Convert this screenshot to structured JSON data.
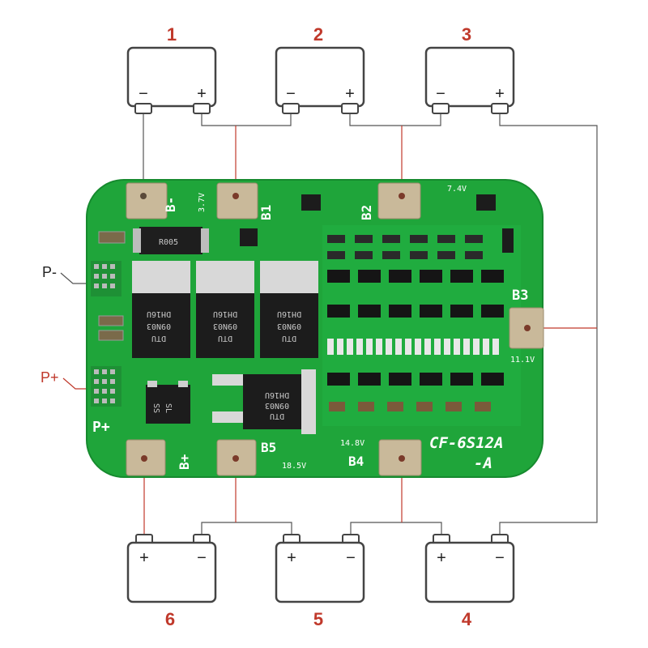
{
  "batteries_top": [
    {
      "number": "1",
      "neg": "−",
      "pos": "+"
    },
    {
      "number": "2",
      "neg": "−",
      "pos": "+"
    },
    {
      "number": "3",
      "neg": "−",
      "pos": "+"
    }
  ],
  "batteries_bottom": [
    {
      "number": "6",
      "pos": "+",
      "neg": "−"
    },
    {
      "number": "5",
      "pos": "+",
      "neg": "−"
    },
    {
      "number": "4",
      "pos": "+",
      "neg": "−"
    }
  ],
  "external_labels": {
    "p_minus": "P-",
    "p_plus": "P+"
  },
  "pcb": {
    "pad_labels": {
      "b_minus": "B-",
      "b1": "B1",
      "b2": "B2",
      "b3": "B3",
      "b4": "B4",
      "b5": "B5",
      "b_plus": "B+",
      "p_plus": "P+"
    },
    "voltages": {
      "v37": "3.7V",
      "v74": "7.4V",
      "v111": "11.1V",
      "v148": "14.8V",
      "v185": "18.5V"
    },
    "model_line1": "CF-6S12A",
    "model_line2": "-A",
    "resistor_code": "R005",
    "mosfet_lines": [
      "DTU",
      "09N03",
      "DH16U"
    ],
    "diode_lines": [
      "SL",
      "SS"
    ]
  },
  "colors": {
    "wire": "#c0392b",
    "pcb": "#1fa53a",
    "pad": "#c9b99a"
  }
}
